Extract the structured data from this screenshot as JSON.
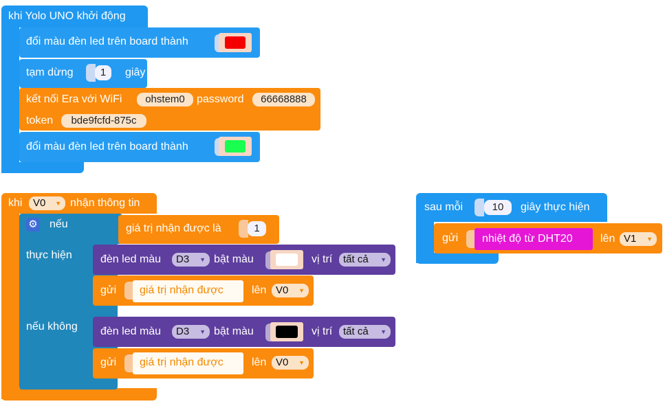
{
  "block1": {
    "hat": "khi Yolo UNO khởi động",
    "led1": {
      "label": "đổi màu đèn led trên board thành",
      "color": "#f50000"
    },
    "pause": {
      "label": "tạm dừng",
      "value": "1",
      "unit": "giây"
    },
    "wifi": {
      "label": "kết nối Era với WiFi",
      "ssid": "ohstem0",
      "password_label": "password",
      "password": "66668888",
      "token_label": "token",
      "token": "bde9fcfd-875c"
    },
    "led2": {
      "label": "đổi màu đèn led trên board thành",
      "color": "#19ff50"
    }
  },
  "block2": {
    "hat_prefix": "khi",
    "pin": "V0",
    "hat_suffix": "nhận thông tin",
    "if_label": "nếu",
    "condition_label": "giá trị nhận được là",
    "condition_value": "1",
    "then_label": "thực hiện",
    "else_label": "nếu không",
    "then_led": {
      "label": "đèn led màu",
      "pin": "D3",
      "mid": "bật màu",
      "color": "#ffffff",
      "pos_label": "vị trí",
      "pos": "tất cả"
    },
    "then_send": {
      "label": "gửi",
      "value": "giá trị nhận được",
      "to": "lên",
      "pin": "V0"
    },
    "else_led": {
      "label": "đèn led màu",
      "pin": "D3",
      "mid": "bật màu",
      "color": "#000000",
      "pos_label": "vị trí",
      "pos": "tất cả"
    },
    "else_send": {
      "label": "gửi",
      "value": "giá trị nhận được",
      "to": "lên",
      "pin": "V0"
    }
  },
  "block3": {
    "prefix": "sau mỗi",
    "interval": "10",
    "suffix": "giây thực hiện",
    "send_label": "gửi",
    "sensor": "nhiệt độ từ DHT20",
    "to": "lên",
    "pin": "V1"
  },
  "colors": {
    "blue": "#1e98f0",
    "orange": "#fb8b0c",
    "purple": "#5e3e9e",
    "teal": "#2087bb",
    "magenta": "#e516d6"
  }
}
